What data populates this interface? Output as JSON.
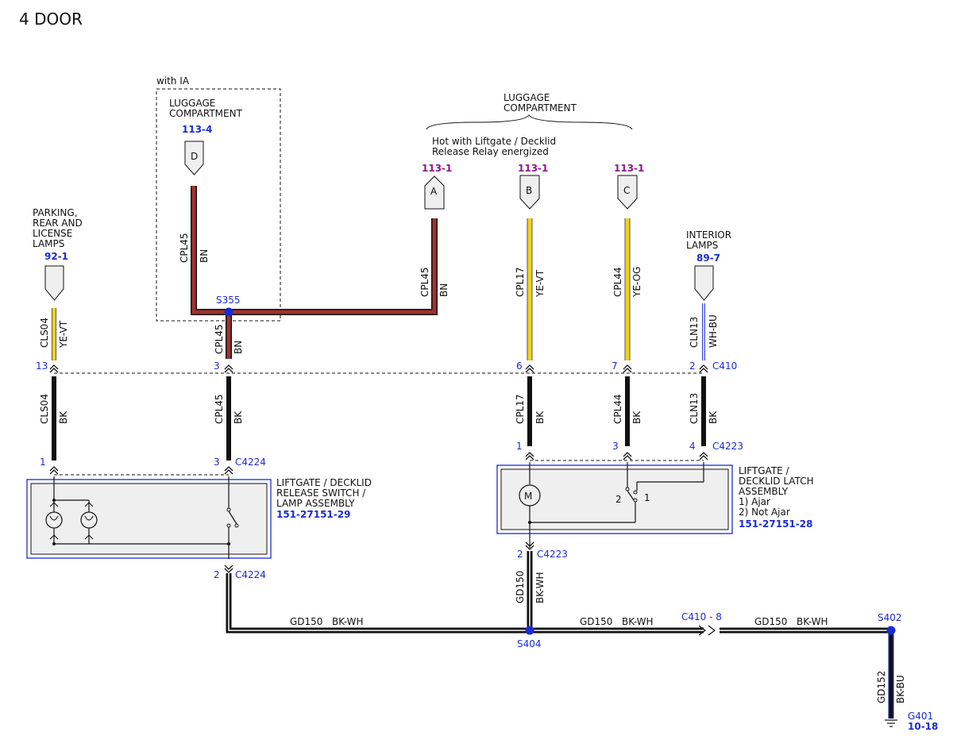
{
  "title": "4 DOOR",
  "colors": {
    "bk": "#111111",
    "bn": "#a0322e",
    "ye": "#f2d21a",
    "wh_bu": "#3a4bdc",
    "ref_blue": "#1a2bd6",
    "ref_purple": "#8a1a8a",
    "component_fill": "#efefef"
  },
  "zones": {
    "with_ia": "with IA",
    "lc_left": [
      "LUGGAGE",
      "COMPARTMENT"
    ],
    "lc_top": [
      "LUGGAGE",
      "COMPARTMENT"
    ],
    "hot_note": [
      "Hot with Liftgate / Decklid",
      "Release Relay energized"
    ]
  },
  "refs": {
    "r113_4": "113-4",
    "r113_1a": "113-1",
    "r113_1b": "113-1",
    "r113_1c": "113-1",
    "r92_1": "92-1",
    "r89_7": "89-7"
  },
  "pins": {
    "D": "D",
    "A": "A",
    "B": "B",
    "C": "C"
  },
  "sources": {
    "parking": [
      "PARKING,",
      "REAR AND",
      "LICENSE",
      "LAMPS"
    ],
    "interior": [
      "INTERIOR",
      "LAMPS"
    ]
  },
  "splices": {
    "s355": "S355",
    "s404": "S404",
    "s402": "S402"
  },
  "wires": {
    "cpl45_top": {
      "circuit": "CPL45",
      "color": "BN"
    },
    "cpl45_mid": {
      "circuit": "CPL45",
      "color": "BN"
    },
    "cpl45_low": {
      "circuit": "CPL45",
      "color": "BN"
    },
    "cpl45_bk": {
      "circuit": "CPL45",
      "color": "BK"
    },
    "cls04_top": {
      "circuit": "CLS04",
      "color": "YE-VT"
    },
    "cls04_bk": {
      "circuit": "CLS04",
      "color": "BK"
    },
    "cpl17_top": {
      "circuit": "CPL17",
      "color": "YE-VT"
    },
    "cpl17_bk": {
      "circuit": "CPL17",
      "color": "BK"
    },
    "cpl44_top": {
      "circuit": "CPL44",
      "color": "YE-OG"
    },
    "cpl44_bk": {
      "circuit": "CPL44",
      "color": "BK"
    },
    "cln13_top": {
      "circuit": "CLN13",
      "color": "WH-BU"
    },
    "cln13_bk": {
      "circuit": "CLN13",
      "color": "BK"
    },
    "gd150_v": {
      "circuit": "GD150",
      "color": "BK-WH"
    },
    "gd150_h1": {
      "circuit": "GD150",
      "color": "BK-WH"
    },
    "gd150_h2": {
      "circuit": "GD150",
      "color": "BK-WH"
    },
    "gd150_h3": {
      "circuit": "GD150",
      "color": "BK-WH"
    },
    "gd152": {
      "circuit": "GD152",
      "color": "BK-BU"
    }
  },
  "connectors": {
    "c410": "C410",
    "c410_8": "C410 - 8",
    "c4224_a": "C4224",
    "c4224_b": "C4224",
    "c4223_a": "C4223",
    "c4223_b": "C4223"
  },
  "pin_numbers": {
    "c410_13": "13",
    "c410_3": "3",
    "c410_6": "6",
    "c410_7": "7",
    "c410_2": "2",
    "c4224_1": "1",
    "c4224_3": "3",
    "c4224_2": "2",
    "c4223_1": "1",
    "c4223_3": "3",
    "c4223_4": "4",
    "c4223_2": "2"
  },
  "components": {
    "release_switch": {
      "name": [
        "LIFTGATE / DECKLID",
        "RELEASE SWITCH /",
        "LAMP ASSEMBLY"
      ],
      "ref": "151-27151-29"
    },
    "latch": {
      "name": [
        "LIFTGATE /",
        "DECKLID LATCH",
        "ASSEMBLY",
        "1) Ajar",
        "2) Not Ajar"
      ],
      "ref": "151-27151-28",
      "motor": "M",
      "switch_pos_1": "1",
      "switch_pos_2": "2"
    }
  },
  "ground": {
    "name": "G401",
    "ref": "10-18"
  }
}
